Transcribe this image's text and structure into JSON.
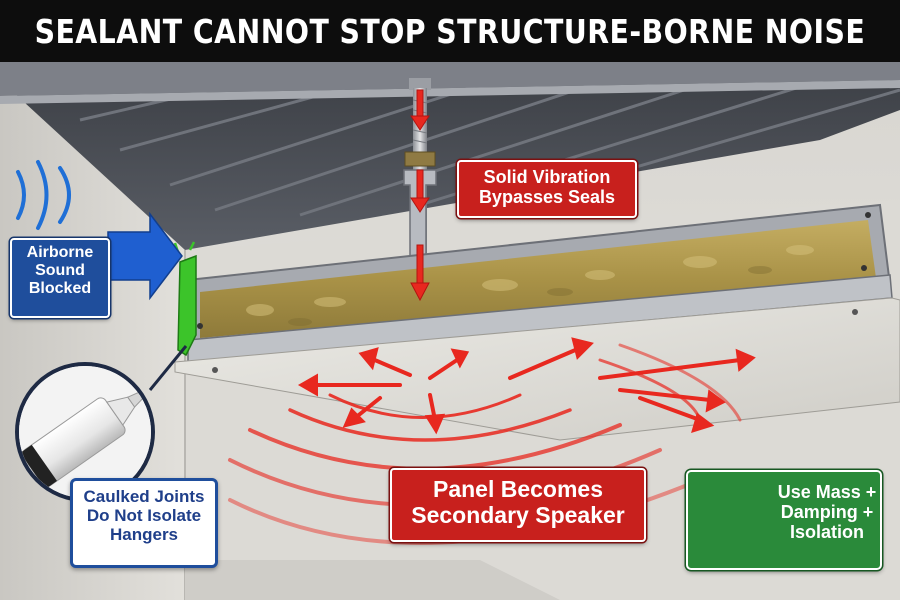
{
  "title": "SEALANT CANNOT STOP STRUCTURE-BORNE NOISE",
  "labels": {
    "airborne": [
      "Airborne",
      "Sound",
      "Blocked"
    ],
    "vibration": [
      "Solid Vibration",
      "Bypasses Seals"
    ],
    "caulked": [
      "Caulked Joints",
      "Do Not Isolate",
      "Hangers"
    ],
    "speaker": [
      "Panel Becomes",
      "Secondary Speaker"
    ],
    "mass": [
      "Use Mass +",
      "Damping +",
      "Isolation"
    ]
  },
  "colors": {
    "title_bg": "#0d0d0d",
    "blue_label": "#1f4e9c",
    "red_label": "#c8201d",
    "green_label": "#2a8a3a",
    "vibration_red": "#e8281f",
    "sealant_green": "#3cc42a"
  },
  "icons": [
    "airborne-sound-waves-icon",
    "blue-arrow-icon",
    "caulk-gun-icon",
    "shield-check-icon",
    "vibration-arrow-icon"
  ]
}
